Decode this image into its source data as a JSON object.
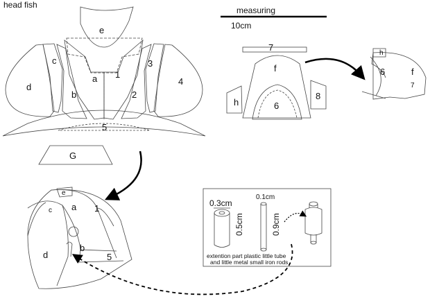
{
  "title": "head fish",
  "scale": {
    "label": "measuring",
    "length": "10cm"
  },
  "pieces": {
    "a": "a",
    "b": "b",
    "c": "c",
    "d": "d",
    "e": "e",
    "f": "f",
    "g": "G",
    "h": "h",
    "n1": "1",
    "n2": "2",
    "n3": "3",
    "n4": "4",
    "n5": "5",
    "n6": "6",
    "n7": "7",
    "n8": "8"
  },
  "parts_box": {
    "tube_diameter": "0.3cm",
    "tube_length": "0.5cm",
    "rod_diameter": "0.1cm",
    "rod_length": "0.9cm",
    "note_line1": "extention part plastic little tube",
    "note_line2": "and little metal small iron rods"
  }
}
